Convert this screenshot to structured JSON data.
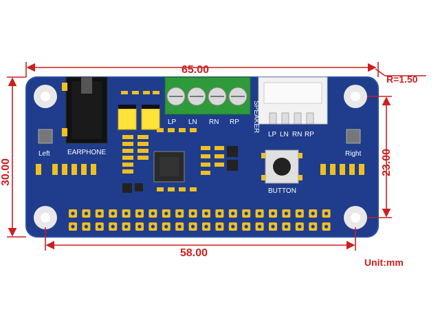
{
  "dimensions": {
    "width": "65.00",
    "height": "30.00",
    "hole_spacing_x": "58.00",
    "hole_spacing_y": "23.00",
    "corner_radius": "R=1.50",
    "unit": "Unit:mm"
  },
  "labels": {
    "terminal": [
      "LP",
      "LN",
      "RN",
      "RP"
    ],
    "speaker": "SPEAKER",
    "connector": [
      "LP",
      "LN",
      "RN",
      "RP"
    ],
    "earphone": "EARPHONE",
    "left": "Left",
    "right": "Right",
    "button": "BUTTON"
  },
  "colors": {
    "dimension": "#cc1f1f",
    "board": "#1f3d8c",
    "board_edge": "#2a4fa8",
    "gold": "#f0c020",
    "terminal_green": "#2f9a3a"
  }
}
